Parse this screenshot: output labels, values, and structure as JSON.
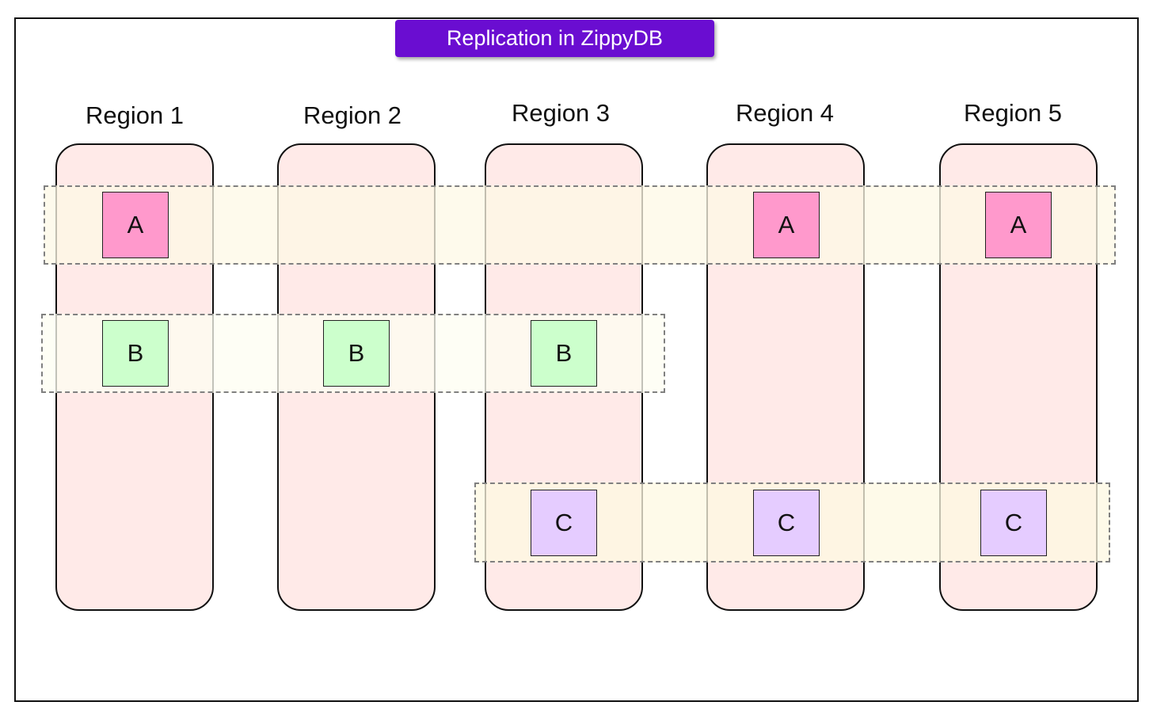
{
  "title": "Replication in ZippyDB",
  "regions": [
    {
      "label": "Region 1"
    },
    {
      "label": "Region 2"
    },
    {
      "label": "Region 3"
    },
    {
      "label": "Region 4"
    },
    {
      "label": "Region 5"
    }
  ],
  "colors": {
    "title_bg": "#6a0dd1",
    "region_fill": "#ffeae8",
    "band_a": "#fdf8e6",
    "band_b": "#fdfdf2",
    "band_c": "#fdf8e2",
    "replica_a": "#ff99cc",
    "replica_b": "#ccffcc",
    "replica_c": "#e5ccff"
  },
  "shards": [
    {
      "name": "A",
      "regions": [
        "Region 1",
        "Region 4",
        "Region 5"
      ]
    },
    {
      "name": "B",
      "regions": [
        "Region 1",
        "Region 2",
        "Region 3"
      ]
    },
    {
      "name": "C",
      "regions": [
        "Region 3",
        "Region 4",
        "Region 5"
      ]
    }
  ]
}
